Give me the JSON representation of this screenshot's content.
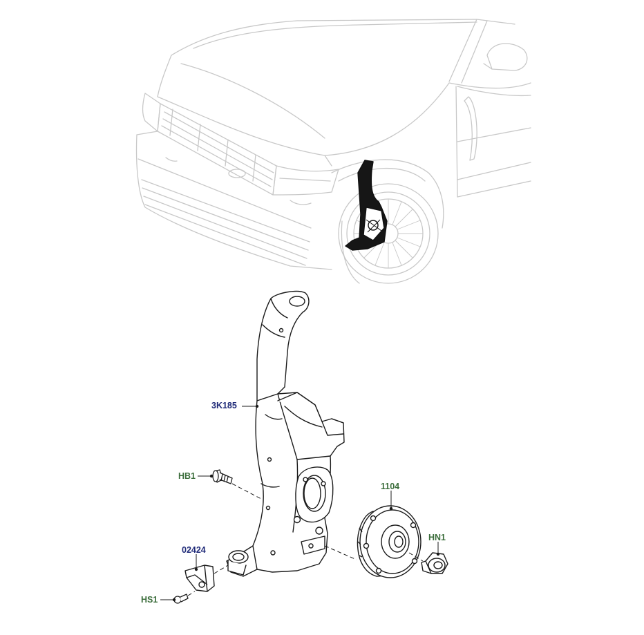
{
  "callouts": {
    "knuckle": "3K185",
    "hub_bolt": "HB1",
    "hub_bearing": "1104",
    "hub_nut": "HN1",
    "shield": "02424",
    "shield_screw": "HS1"
  },
  "colors": {
    "part_number_text": "#1f2a78",
    "hardware_code_text": "#3c6e3c",
    "vehicle_line": "#c8c8c8",
    "part_line": "#1a1a1a",
    "highlight_part": "#111111"
  },
  "icons": [
    "vehicle-outline-icon",
    "steering-knuckle-icon",
    "hub-bearing-icon",
    "bolt-icon",
    "nut-icon",
    "shield-icon",
    "screw-icon"
  ]
}
